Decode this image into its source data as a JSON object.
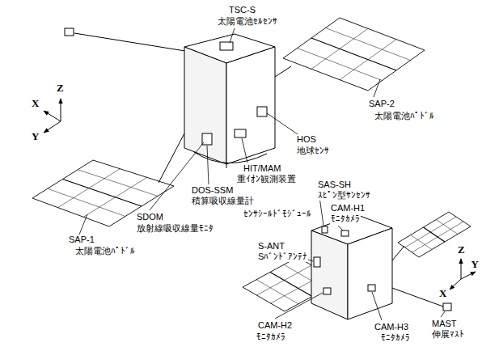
{
  "diagram": {
    "labels": [
      "TSC-S",
      "太陽電池ｾﾙｾﾝｻ",
      "Z",
      "X",
      "Y",
      "SAP-2",
      "太陽電池ﾊﾟﾄﾞﾙ",
      "HOS",
      "地球ｾﾝｻ",
      "HIT/MAM",
      "重ｲｵﾝ観測装置",
      "DOS-SSM",
      "積算吸収線量計",
      "SDOM",
      "放射線吸収線量ﾓﾆﾀ",
      "ｾﾝｻｼｰﾙﾄﾞﾓｼﾞｭｰﾙ",
      "SAP-1",
      "太陽電池ﾊﾟﾄﾞﾙ",
      "SAS-SH",
      "ｽﾋﾟﾝ型ｻﾝｾﾝｻ",
      "CAM-H1",
      "ﾓﾆﾀｶﾒﾗ",
      "S-ANT",
      "Sﾊﾞﾝﾄﾞｱﾝﾃﾅ",
      "Z",
      "Y",
      "X",
      "MAST",
      "伸展ﾏｽﾄ",
      "CAM-H2",
      "ﾓﾆﾀｶﾒﾗ",
      "CAM-H3",
      "ﾓﾆﾀｶﾒﾗ"
    ]
  }
}
